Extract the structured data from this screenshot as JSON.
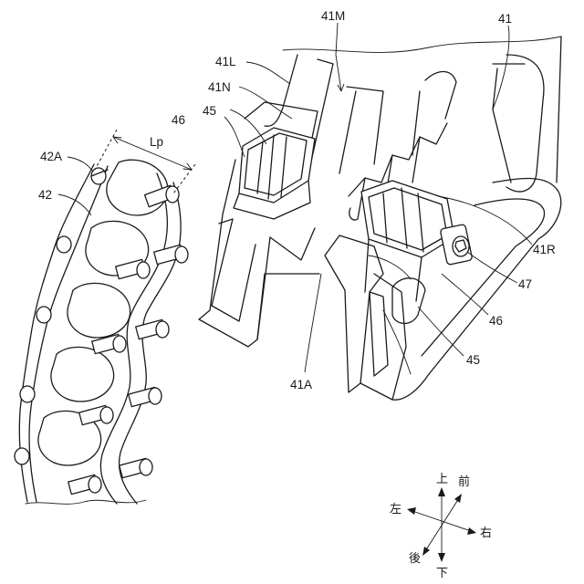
{
  "labels": {
    "l41": "41",
    "l41M": "41M",
    "l41L": "41L",
    "l41N": "41N",
    "l46_top": "46",
    "l45_top": "45",
    "l42A": "42A",
    "l42": "42",
    "lLp": "Lp",
    "l41R": "41R",
    "l47": "47",
    "l46_bottom": "46",
    "l45_bottom": "45",
    "l41A": "41A"
  },
  "directions": {
    "up": "上",
    "down": "下",
    "left": "左",
    "right": "右",
    "front": "前",
    "back": "後"
  }
}
